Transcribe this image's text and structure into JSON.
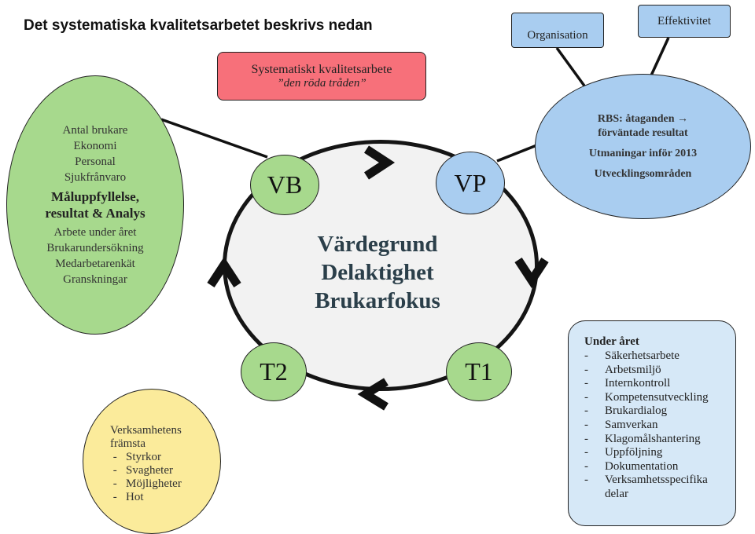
{
  "title": "Det systematiska kvalitetsarbetet beskrivs nedan",
  "red_box": {
    "line1": "Systematiskt kvalitetsarbete",
    "line2": "”den röda tråden”"
  },
  "organisation": "Organisation",
  "effektivitet": "Effektivitet",
  "green_ellipse": {
    "top_items": [
      "Antal brukare",
      "Ekonomi",
      "Personal",
      "Sjukfrånvaro"
    ],
    "bold_line1": "Måluppfyllelse,",
    "bold_line2": "resultat & Analys",
    "bottom_items": [
      "Arbete under året",
      "Brukarundersökning",
      "Medarbetarenkät",
      "Granskningar"
    ]
  },
  "blue_ellipse": {
    "line1": "RBS: åtaganden →",
    "line2": "förväntade resultat",
    "line3": "Utmaningar inför 2013",
    "line4": "Utvecklingsområden"
  },
  "center": {
    "line1": "Värdegrund",
    "line2": "Delaktighet",
    "line3": "Brukarfokus"
  },
  "nodes": {
    "vb": "VB",
    "vp": "VP",
    "t2": "T2",
    "t1": "T1"
  },
  "yellow_ellipse": {
    "line1": "Verksamhetens",
    "line2": "främsta",
    "items": [
      "Styrkor",
      "Svagheter",
      "Möjligheter",
      "Hot"
    ]
  },
  "under_aret": {
    "heading": "Under året",
    "items": [
      "Säkerhetsarbete",
      "Arbetsmiljö",
      "Internkontroll",
      "Kompetensutveckling",
      "Brukardialog",
      "Samverkan",
      "Klagomålshantering",
      "Uppföljning",
      "Dokumentation",
      "Verksamhetsspecifika delar"
    ]
  },
  "colors": {
    "green": "#a7d98d",
    "blue": "#a9cdf0",
    "red": "#f7707a",
    "yellow": "#fbeb9b",
    "light_blue": "#d6e8f7"
  }
}
